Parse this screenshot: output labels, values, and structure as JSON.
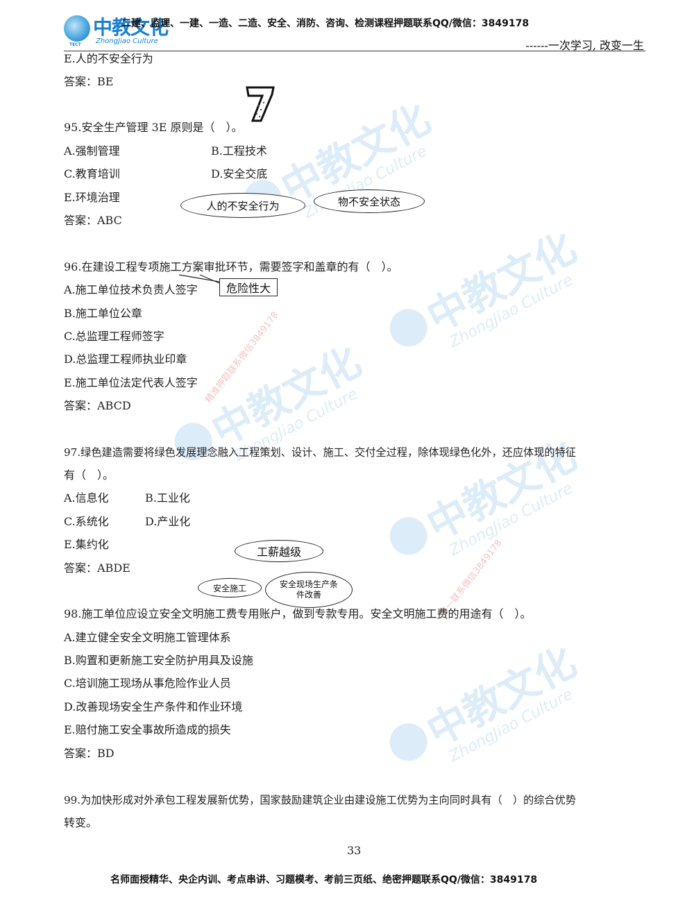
{
  "header": {
    "logo_cn": "中教文化",
    "logo_en": "ZhongJiao Culture",
    "logo_sub": "TECT",
    "courses_line": "二建、监理、一建、一造、二造、安全、消防、咨询、检测课程押题联系QQ/微信：3849178",
    "motto": "------一次学习, 改变一生"
  },
  "watermark": {
    "brand_cn": "中教文化",
    "brand_en": "ZhongJiao Culture",
    "contact_1": "精准押题联系微信3849178",
    "contact_2": "唯一联系微信3849178"
  },
  "content": {
    "prev_option_e": "E.人的不安全行为",
    "prev_answer": "答案：BE",
    "q95": {
      "stem": "95.安全生产管理 3E 原则是（　）。",
      "a": "A.强制管理",
      "b": "B.工程技术",
      "c": "C.教育培训",
      "d": "D.安全交底",
      "e": "E.环境治理",
      "answer": "答案：ABC"
    },
    "q96": {
      "stem": "96.在建设工程专项施工方案审批环节，需要签字和盖章的有（　）。",
      "a": "A.施工单位技术负责人签字",
      "b": "B.施工单位公章",
      "c": "C.总监理工程师签字",
      "d": "D.总监理工程师执业印章",
      "e": "E.施工单位法定代表人签字",
      "answer": "答案：ABCD"
    },
    "q97": {
      "stem_line1": "97.绿色建造需要将绿色发展理念融入工程策划、设计、施工、交付全过程，除体现绿色化外，还应体现的特征",
      "stem_line2": "有（　）。",
      "a": "A.信息化",
      "b": "B.工业化",
      "c": "C.系统化",
      "d": "D.产业化",
      "e": "E.集约化",
      "answer": "答案：ABDE"
    },
    "q98": {
      "stem": "98.施工单位应设立安全文明施工费专用账户，做到专款专用。安全文明施工费的用途有（　）。",
      "a": "A.建立健全安全文明施工管理体系",
      "b": "B.购置和更新施工安全防护用具及设施",
      "c": "C.培训施工现场从事危险作业人员",
      "d": "D.改善现场安全生产条件和作业环境",
      "e": "E.赔付施工安全事故所造成的损失",
      "answer": "答案：BD"
    },
    "q99": {
      "stem_line1": "99.为加快形成对外承包工程发展新优势，国家鼓励建筑企业由建设施工优势为主向同时具有（　）的综合优势",
      "stem_line2": "转变。"
    }
  },
  "annotations": {
    "badge_number": "7",
    "oval_unsafe_behavior": "人的不安全行为",
    "oval_unsafe_state": "物不安全状态",
    "box_danger": "危险性大",
    "oval_wage": "工薪越级",
    "oval_safe_construction": "安全施工",
    "oval_site_improve": "安全现场生产条件改善"
  },
  "page_number": "33",
  "footer": "名师面授精华、央企内训、考点串讲、习题模考、考前三页纸、绝密押题联系QQ/微信：3849178"
}
